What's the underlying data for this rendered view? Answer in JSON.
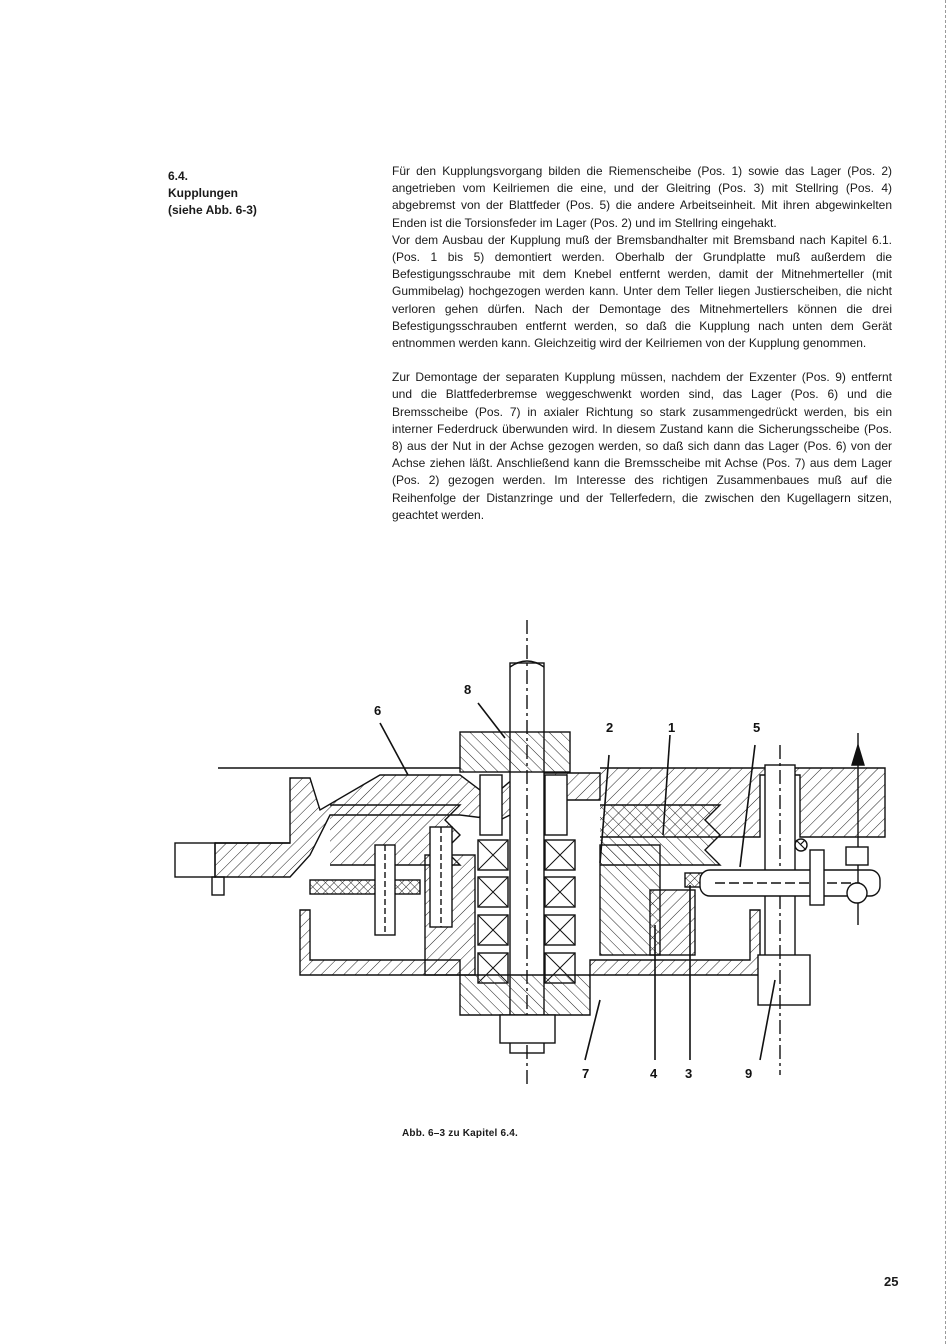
{
  "sidebar": {
    "section_number": "6.4.",
    "section_title": "Kupplungen",
    "figure_ref": "(siehe Abb. 6-3)"
  },
  "paragraphs": [
    "Für den Kupplungsvorgang bilden die Riemenscheibe (Pos. 1) sowie das Lager (Pos. 2) angetrieben vom Keilriemen die eine, und der Gleitring (Pos. 3) mit Stellring (Pos. 4) abgebremst von der Blattfeder (Pos. 5) die andere Arbeitseinheit. Mit ihren abgewinkelten Enden ist die Torsionsfeder im Lager (Pos. 2) und im Stellring eingehakt.",
    "Vor dem Ausbau der Kupplung muß der Bremsbandhalter mit Bremsband nach Kapitel 6.1. (Pos. 1 bis 5) demontiert werden. Oberhalb der Grundplatte muß außerdem die Befestigungsschraube mit dem Knebel entfernt werden, damit der Mitnehmerteller (mit Gummibelag) hochgezogen werden kann. Unter dem Teller liegen Justierscheiben, die nicht verloren gehen dürfen. Nach der Demontage des Mitnehmertellers können die drei Befestigungsschrauben entfernt werden, so daß die Kupplung nach unten dem Gerät entnommen werden kann. Gleichzeitig wird der Keilriemen von der Kupplung genommen.",
    "Zur Demontage der separaten Kupplung müssen, nachdem der Exzenter (Pos. 9) entfernt und die Blattfederbremse weggeschwenkt worden sind, das Lager (Pos. 6) und die Bremsscheibe (Pos. 7) in axialer Richtung so stark zusammengedrückt werden, bis ein interner Federdruck überwunden wird. In diesem Zustand kann die Sicherungsscheibe (Pos. 8) aus der Nut in der Achse gezogen werden, so daß sich dann das Lager (Pos. 6) von der Achse ziehen läßt. Anschließend kann die Bremsscheibe mit Achse (Pos. 7) aus dem Lager (Pos. 2) gezogen werden. Im Interesse des richtigen Zusammenbaues muß auf die Reihenfolge der Distanzringe und der Tellerfedern, die zwischen den Kugellagern sitzen, geachtet werden."
  ],
  "figure": {
    "position_labels": {
      "p8": "8",
      "p6": "6",
      "p2": "2",
      "p1": "1",
      "p5": "5",
      "p7": "7",
      "p4": "4",
      "p3": "3",
      "p9": "9"
    },
    "caption": "Abb. 6–3 zu Kapitel 6.4."
  },
  "page_number": "25"
}
